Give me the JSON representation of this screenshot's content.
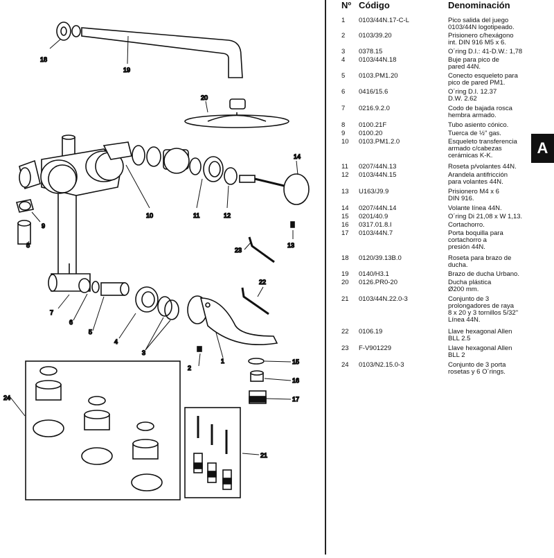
{
  "header": {
    "num": "Nº",
    "code": "Código",
    "name": "Denominación"
  },
  "side_tab": "A",
  "parts": [
    {
      "num": "1",
      "code": "0103/44N.17-C-L",
      "name": "Pico salida del juego\n0103/44N logotipeado."
    },
    {
      "num": "2",
      "code": "0103/39.20",
      "name": "Prisionero c/hexágono\nint. DIN 916 M5 x 6."
    },
    {
      "num": "3",
      "code": "0378.15",
      "name": "O´ring D.I.: 41-D.W.: 1,78"
    },
    {
      "num": "4",
      "code": "0103/44N.18",
      "name": "Buje para pico de\npared 44N."
    },
    {
      "num": "5",
      "code": "0103.PM1.20",
      "name": "Conecto esqueleto para\npico de pared PM1."
    },
    {
      "num": "6",
      "code": "0416/15.6",
      "name": "O´ring D.I. 12.37\nD.W. 2.62"
    },
    {
      "num": "7",
      "code": "0216.9.2.0",
      "name": "Codo de bajada rosca\nhembra armado."
    },
    {
      "num": "8",
      "code": "0100.21F",
      "name": "Tubo asiento cónico."
    },
    {
      "num": "9",
      "code": "0100.20",
      "name": "Tuerca de ½\" gas."
    },
    {
      "num": "10",
      "code": "0103.PM1.2.0",
      "name": "Esqueleto transferencia\narmado c/cabezas\ncerámicas K-K."
    },
    {
      "num": "11",
      "code": "0207/44N.13",
      "name": "Roseta p/volantes 44N."
    },
    {
      "num": "12",
      "code": "0103/44N.15",
      "name": "Arandela antifricción\npara volantes 44N."
    },
    {
      "num": "13",
      "code": "U163/J9.9",
      "name": "Prisionero M4 x 6\nDIN 916."
    },
    {
      "num": "14",
      "code": "0207/44N.14",
      "name": "Volante línea 44N."
    },
    {
      "num": "15",
      "code": "0201/40.9",
      "name": "O´ring Di 21,08 x W 1,13."
    },
    {
      "num": "16",
      "code": "0317.01.8.I",
      "name": "Cortachorro."
    },
    {
      "num": "17",
      "code": "0103/44N.7",
      "name": "Porta boquilla para\ncortachorro a\npresión 44N."
    },
    {
      "num": "18",
      "code": "0120/39.13B.0",
      "name": "Roseta para brazo de\nducha."
    },
    {
      "num": "19",
      "code": "0140/H3.1",
      "name": "Brazo de ducha Urbano."
    },
    {
      "num": "20",
      "code": "0126.PR0-20",
      "name": "Ducha plástica\nØ200 mm."
    },
    {
      "num": "21",
      "code": "0103/44N.22.0-3",
      "name": "Conjunto de 3\nprolongadores de raya\n8 x 20 y 3 tornillos 5/32\"\nLínea 44N."
    },
    {
      "num": "22",
      "code": "0106.19",
      "name": "Llave hexagonal Allen\nBLL 2.5"
    },
    {
      "num": "23",
      "code": "F-V901229",
      "name": "Llave hexagonal Allen\nBLL 2"
    },
    {
      "num": "24",
      "code": "0103/N2.15.0-3",
      "name": "Conjunto de 3 porta\nrosetas y 6 O´rings."
    }
  ],
  "callouts": [
    "1",
    "2",
    "3",
    "4",
    "5",
    "6",
    "7",
    "8",
    "9",
    "10",
    "11",
    "12",
    "13",
    "14",
    "15",
    "16",
    "17",
    "18",
    "19",
    "20",
    "21",
    "22",
    "23",
    "24"
  ]
}
